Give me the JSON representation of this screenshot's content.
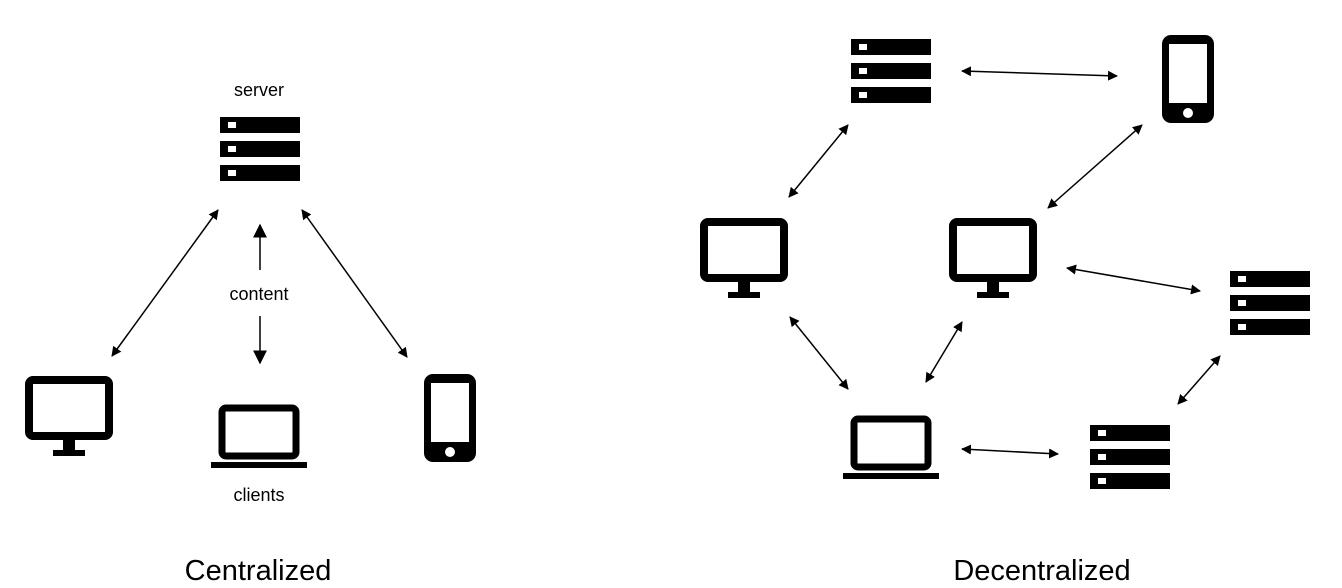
{
  "colors": {
    "ink": "#000000",
    "background": "#ffffff"
  },
  "centralized": {
    "title": "Centralized",
    "server_label": "server",
    "content_label": "content",
    "clients_label": "clients",
    "icons": [
      "server-icon",
      "monitor-icon",
      "laptop-icon",
      "phone-icon"
    ]
  },
  "decentralized": {
    "title": "Decentralized",
    "icons": [
      "server-icon",
      "phone-icon",
      "monitor-icon",
      "monitor-icon",
      "server-icon",
      "laptop-icon",
      "server-icon"
    ]
  }
}
